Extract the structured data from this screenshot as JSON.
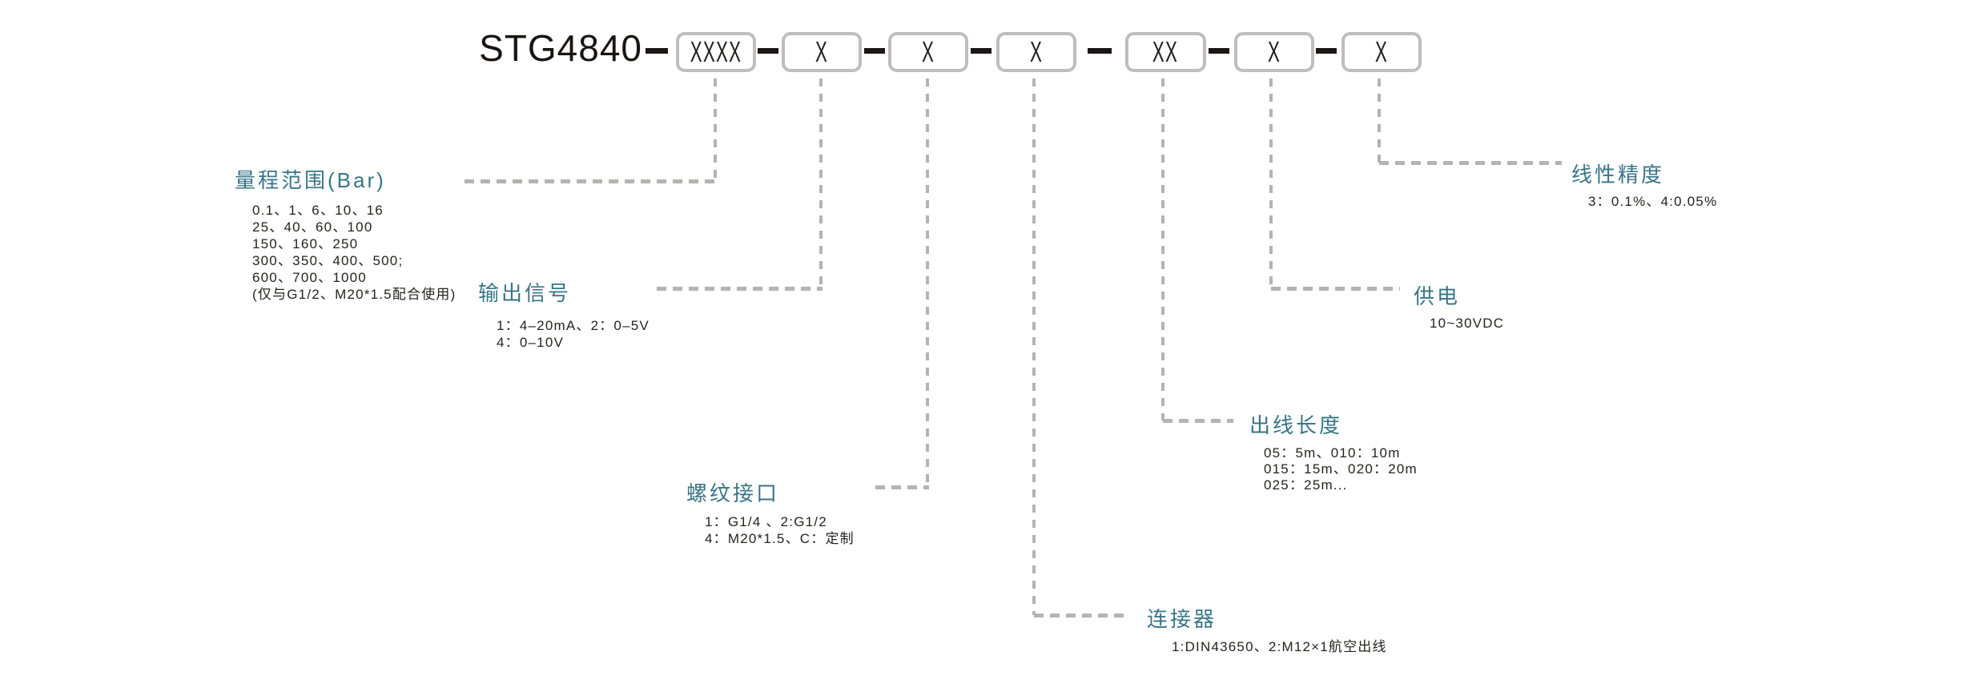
{
  "colors": {
    "accent_teal": "#397686",
    "text_dark": "#221e1d",
    "box_border": "#c0bdbb",
    "leader_line_gray": "#b6b2af",
    "background": "#ffffff"
  },
  "model_code": {
    "prefix": "STG4840",
    "boxes": [
      "XXXX",
      "X",
      "X",
      "X",
      "XX",
      "X",
      "X"
    ]
  },
  "fields": [
    {
      "id": "range",
      "label": "量程范围(Bar)",
      "details": [
        "0.1、1、6、10、16",
        "25、40、60、100",
        "150、160、250",
        "300、350、400、500;",
        "600、700、1000",
        "(仅与G1/2、M20*1.5配合使用)"
      ]
    },
    {
      "id": "output-signal",
      "label": "输出信号",
      "details": [
        "1：4–20mA、2：0–5V",
        "4：0–10V"
      ]
    },
    {
      "id": "thread-interface",
      "label": "螺纹接口",
      "details": [
        "1：G1/4 、2:G1/2",
        "4：M20*1.5、C：定制"
      ]
    },
    {
      "id": "connector",
      "label": "连接器",
      "details": [
        "1:DIN43650、2:M12×1航空出线"
      ]
    },
    {
      "id": "cable-length",
      "label": "出线长度",
      "details": [
        "05：5m、010：10m",
        "015：15m、020：20m",
        "025：25m..."
      ]
    },
    {
      "id": "power-supply",
      "label": "供电",
      "details": [
        "10~30VDC"
      ]
    },
    {
      "id": "linear-accuracy",
      "label": "线性精度",
      "details": [
        "3：0.1%、4:0.05%"
      ]
    }
  ]
}
